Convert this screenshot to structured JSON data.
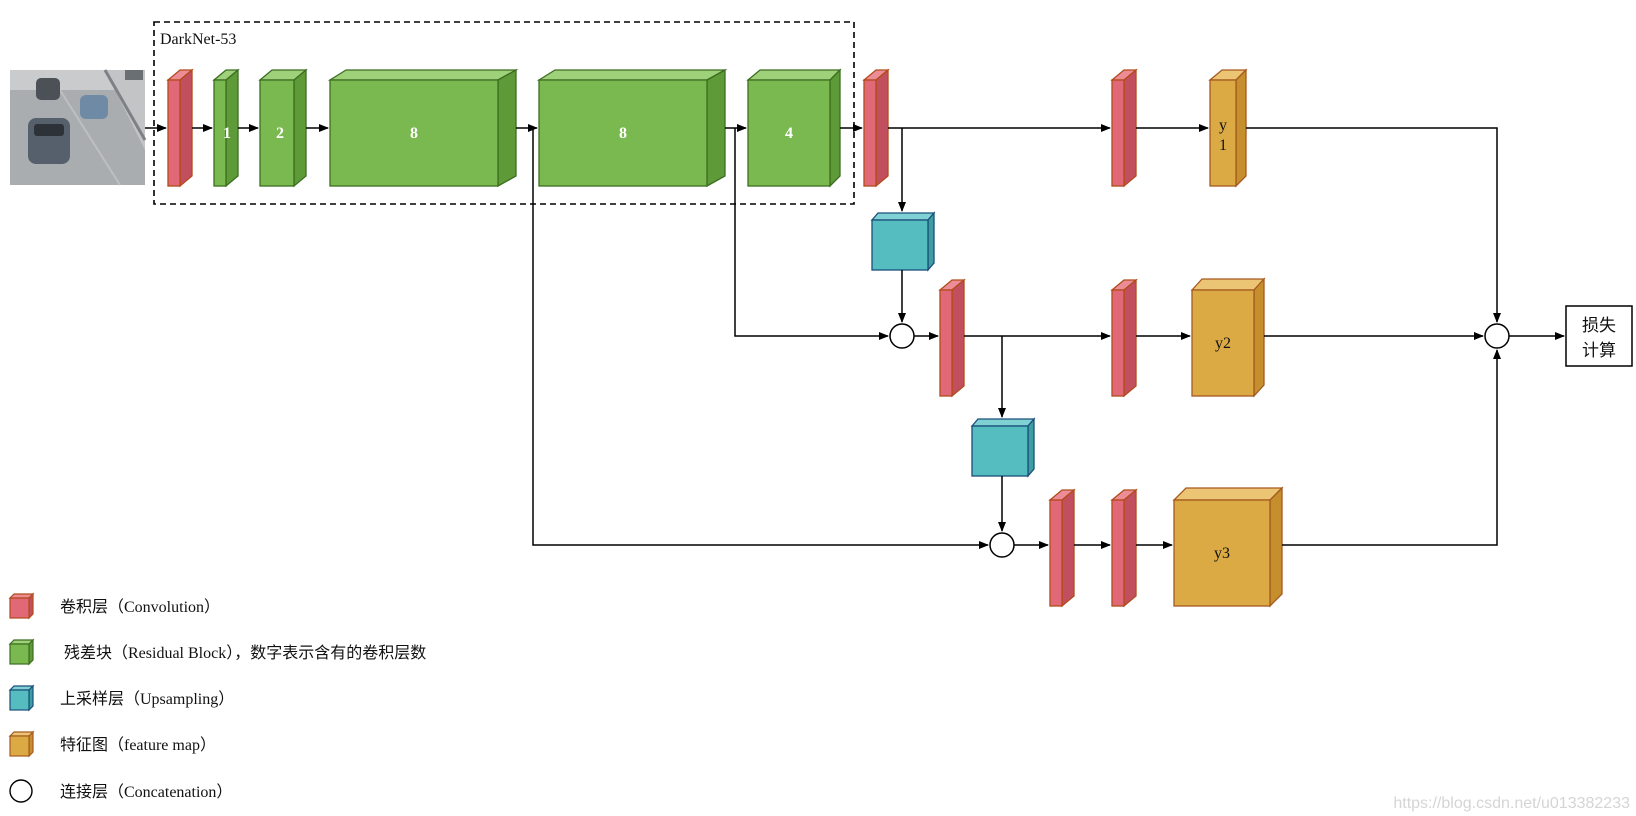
{
  "backbone": {
    "title": "DarkNet-53",
    "residual_counts": [
      "1",
      "2",
      "8",
      "8",
      "4"
    ]
  },
  "outputs": {
    "y1_line1": "y",
    "y1_line2": "1",
    "y2": "y2",
    "y3": "y3"
  },
  "loss": {
    "line1": "损失",
    "line2": "计算"
  },
  "legend": [
    {
      "icon": "conv-block-icon",
      "label": "卷积层（Convolution）"
    },
    {
      "icon": "residual-block-icon",
      "label": "残差块（Residual Block），数字表示含有的卷积层数"
    },
    {
      "icon": "upsample-block-icon",
      "label": "上采样层（Upsampling）"
    },
    {
      "icon": "feature-map-icon",
      "label": "特征图（feature map）"
    },
    {
      "icon": "concat-node-icon",
      "label": "连接层（Concatenation）"
    }
  ],
  "watermark": "https://blog.csdn.net/u013382233",
  "colors": {
    "conv_fill": "#e06877",
    "conv_stroke": "#b24b1a",
    "residual_fill": "#7ab94f",
    "residual_stroke": "#3c6e21",
    "upsample_fill": "#55bcc0",
    "upsample_stroke": "#1a4f7a",
    "feature_fill": "#dbaa45",
    "feature_stroke": "#a65a1f"
  }
}
